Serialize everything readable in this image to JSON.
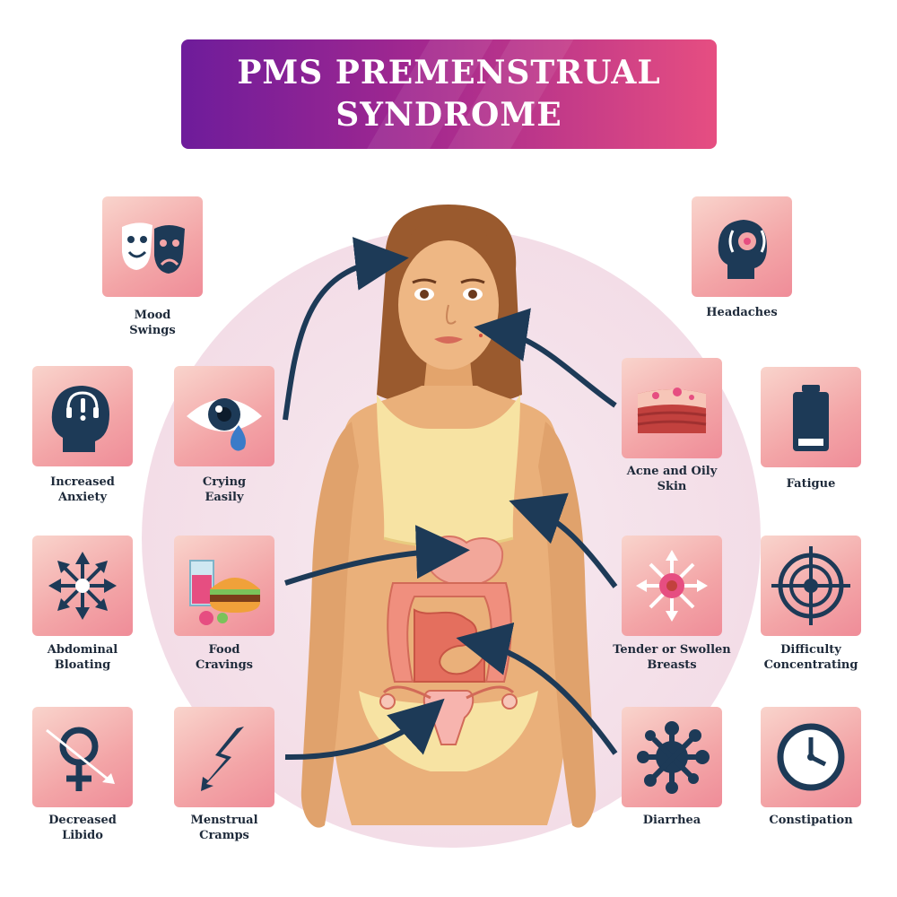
{
  "title": {
    "line1": "PMS PREMENSTRUAL",
    "line2": "SYNDROME"
  },
  "symptoms": {
    "mood_swings": {
      "line1": "Mood",
      "line2": "Swings",
      "icon": "theater-masks-icon"
    },
    "headaches": {
      "line1": "Headaches",
      "icon": "head-pain-icon"
    },
    "increased_anxiety": {
      "line1": "Increased",
      "line2": "Anxiety",
      "icon": "head-exclamation-icon"
    },
    "crying_easily": {
      "line1": "Crying",
      "line2": "Easily",
      "icon": "crying-eye-icon"
    },
    "acne_oily_skin": {
      "line1": "Acne and Oily",
      "line2": "Skin",
      "icon": "skin-layer-icon"
    },
    "fatigue": {
      "line1": "Fatigue",
      "icon": "low-battery-icon"
    },
    "abdominal_bloating": {
      "line1": "Abdominal",
      "line2": "Bloating",
      "icon": "expanding-arrows-icon"
    },
    "food_cravings": {
      "line1": "Food",
      "line2": "Cravings",
      "icon": "burger-drink-icon"
    },
    "tender_breasts": {
      "line1": "Tender or Swollen",
      "line2": "Breasts",
      "icon": "radiating-arrows-icon"
    },
    "difficulty_concentrating": {
      "line1": "Difficulty",
      "line2": "Concentrating",
      "icon": "target-crosshair-icon"
    },
    "decreased_libido": {
      "line1": "Decreased",
      "line2": "Libido",
      "icon": "female-symbol-down-icon"
    },
    "menstrual_cramps": {
      "line1": "Menstrual",
      "line2": "Cramps",
      "icon": "lightning-arrow-icon"
    },
    "diarrhea": {
      "line1": "Diarrhea",
      "icon": "splash-icon"
    },
    "constipation": {
      "line1": "Constipation",
      "icon": "clock-icon"
    }
  },
  "colors": {
    "banner_start": "#6e1c9b",
    "banner_end": "#e64e81",
    "icon_dark": "#1d3a57",
    "icon_box": "#f3a5a7",
    "background_circle": "#f3dde7",
    "skin": "#eab07a"
  }
}
